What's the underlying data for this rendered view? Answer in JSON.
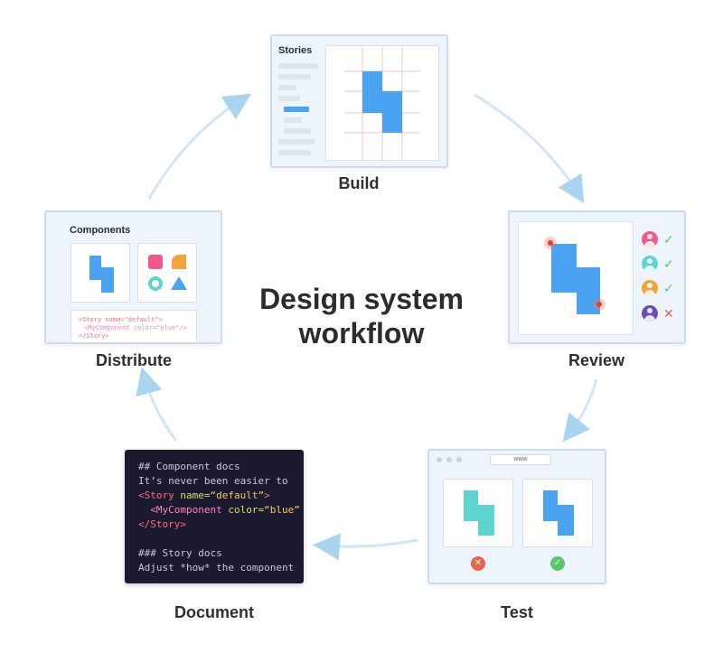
{
  "title": "Design system workflow",
  "title_line1": "Design system",
  "title_line2": "workflow",
  "stages": {
    "build": "Build",
    "review": "Review",
    "test": "Test",
    "document": "Document",
    "distribute": "Distribute"
  },
  "build_card": {
    "heading": "Stories"
  },
  "distribute_card": {
    "heading": "Components",
    "code": [
      "<Story name=\"default\">",
      "<MyComponent color=\"blue\"/>",
      "</Story>"
    ]
  },
  "test_card": {
    "url": "www"
  },
  "code_card": {
    "line1": "## Component docs",
    "line2": "It’s never been easier to",
    "line3a": "<Story ",
    "line3b": "name=",
    "line3c": "“default”",
    "line3d": ">",
    "line4a": "  <MyComponent ",
    "line4b": "color=",
    "line4c": "“blue”",
    "line5": "</Story>",
    "line7": "### Story docs",
    "line8": "Adjust *how* the component"
  },
  "colors": {
    "accent_blue": "#4aa3f0",
    "teal": "#5fd3d0",
    "pink": "#ef5a8a",
    "orange": "#f0a43a",
    "purple": "#6b4fb0",
    "check_green": "#5cc46b",
    "x_red": "#e86548"
  },
  "icons": {
    "approve": "check-icon",
    "reject": "x-icon"
  }
}
